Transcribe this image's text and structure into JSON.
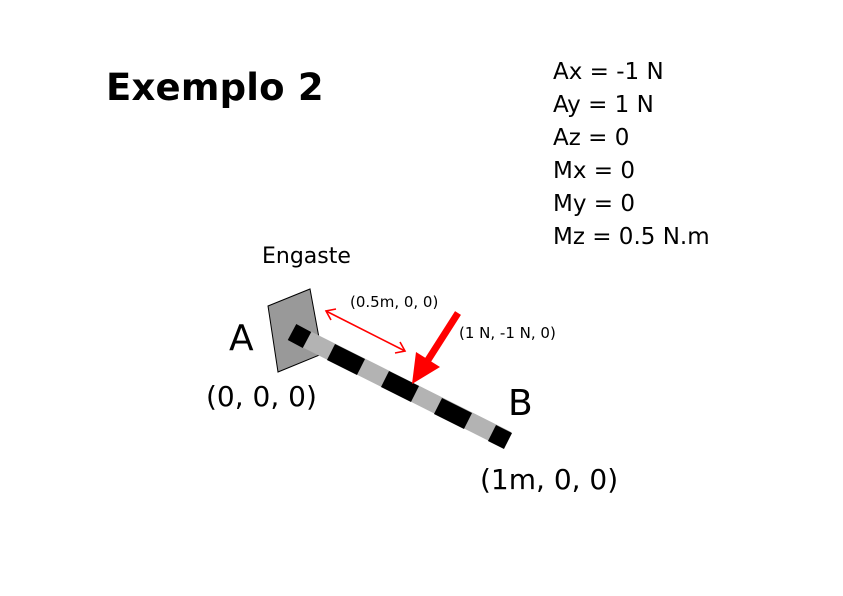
{
  "title": "Exemplo 2",
  "results": [
    "Ax = -1 N",
    "Ay = 1 N",
    "Az = 0",
    "Mx = 0",
    "My = 0",
    "Mz = 0.5 N.m"
  ],
  "labels": {
    "support": "Engaste",
    "point_a": "A",
    "point_b": "B",
    "coord_a": "(0, 0, 0)",
    "coord_b": "(1m, 0, 0)",
    "distance": "(0.5m, 0, 0)",
    "force": "(1 N, -1 N, 0)"
  },
  "colors": {
    "force_arrow": "#ff0000",
    "dimension_arrow": "#ff0000",
    "beam_light": "#b3b3b3",
    "beam_dark": "#000000",
    "support_fill": "#999999"
  }
}
